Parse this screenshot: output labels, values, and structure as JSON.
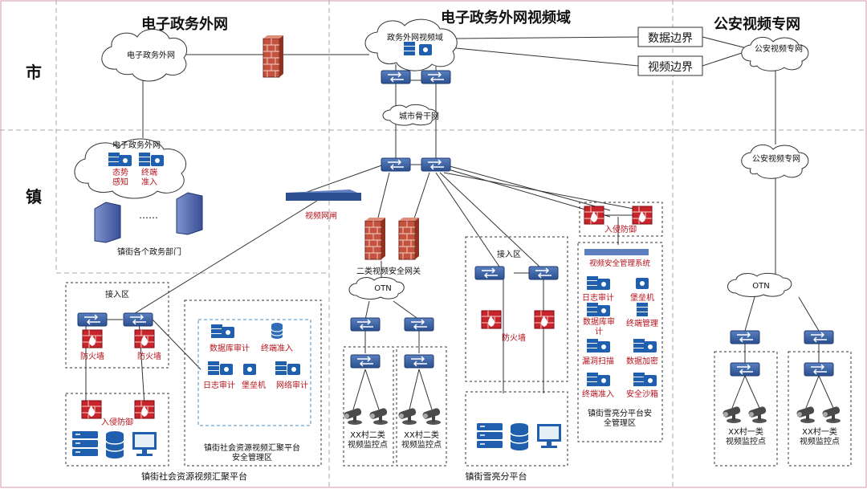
{
  "sections": {
    "waiwang": "电子政务外网",
    "video_domain": "电子政务外网视频域",
    "police": "公安视频专网"
  },
  "levels": {
    "city": "市",
    "town": "镇"
  },
  "clouds": {
    "waiwang_city": "电子政务外网",
    "video_domain": "政务外网视频域",
    "backbone": "城市骨干网",
    "waiwang_town": "电子政务外网",
    "police_city": "公安视频专网",
    "police_town": "公安视频专网",
    "otn_mid": "OTN",
    "otn_right": "OTN"
  },
  "boundaries": {
    "data": "数据边界",
    "video": "视频边界"
  },
  "waiwang_town": {
    "situation": "态势\n感知",
    "terminal": "终端\n准入",
    "dots": "……",
    "departments": "镇街各个政务部门"
  },
  "video_gate": "视频网闸",
  "social": {
    "access_zone": "接入区",
    "firewall1": "防火墙",
    "firewall2": "防火墙",
    "intrusion": "入侵防御",
    "db_audit": "数据库审计",
    "terminal_access": "终端准入",
    "log_audit": "日志审计",
    "bastion": "堡垒机",
    "net_audit": "网络审计",
    "security_zone": "镇街社会资源视频汇聚平台\n安全管理区",
    "platform": "镇街社会资源视频汇聚平台"
  },
  "gateway_label": "二类视频安全网关",
  "village_mid_1": "XX村二类\n视频监控点",
  "village_mid_2": "XX村二类\n视频监控点",
  "xueliang": {
    "access_zone": "接入区",
    "firewall": "防火墙",
    "intrusion": "入侵防御",
    "video_sec_sys": "视频安全管理系统",
    "log_audit": "日志审计",
    "bastion": "堡垒机",
    "db_audit": "数据库审\n计",
    "terminal_mgmt": "终端管理",
    "vuln_scan": "漏洞扫描",
    "data_encrypt": "数据加密",
    "terminal_access": "终端准入",
    "sandbox": "安全沙箱",
    "security_zone": "镇街雪亮分平台安\n全管理区",
    "platform": "镇街雪亮分平台"
  },
  "village_right_1": "XX村一类\n视频监控点",
  "village_right_2": "XX村一类\n视频监控点"
}
